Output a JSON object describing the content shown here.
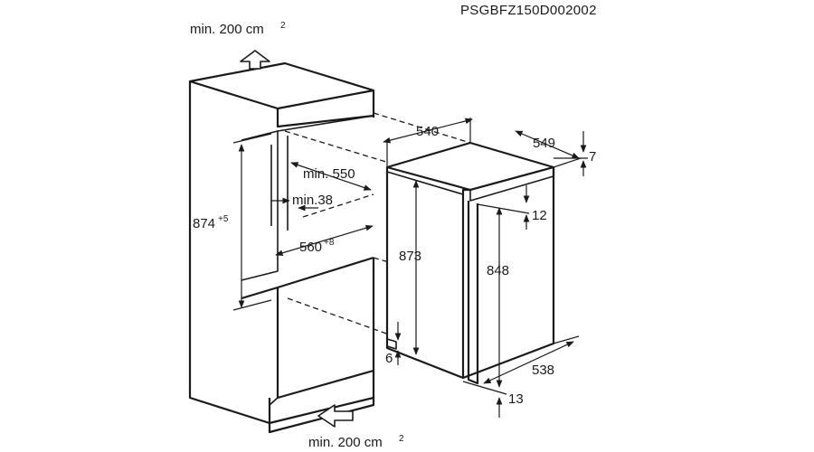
{
  "code": "PSGBFZ150D002002",
  "vent_top": {
    "value": "min. 200 cm",
    "sup": "2"
  },
  "vent_bottom": {
    "value": "min. 200 cm",
    "sup": "2"
  },
  "niche_height": {
    "value": "874",
    "sup": "+5"
  },
  "niche_width": {
    "value": "560",
    "sup": "+8"
  },
  "min_depth": "min. 550",
  "min_gap": "min.38",
  "appliance_width": "540",
  "appliance_depth": "549",
  "top_offset": "7",
  "appliance_height": "873",
  "door_height": "848",
  "door_offset": "12",
  "bottom_gap": "6",
  "door_depth": "538",
  "door_bottom": "13"
}
